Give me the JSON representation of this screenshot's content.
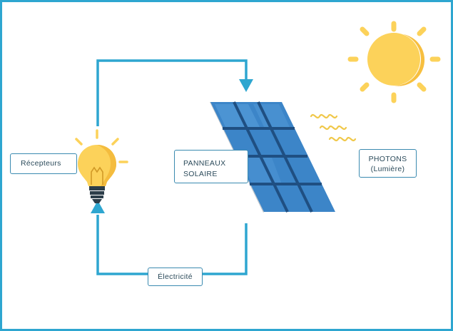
{
  "labels": {
    "recepteurs": "Récepteurs",
    "panneaux_line1": "PANNEAUX",
    "panneaux_line2": "SOLAIRE",
    "photons_line1": "PHOTONS",
    "photons_line2": "(Lumière)",
    "electricite": "Électricité"
  },
  "colors": {
    "border": "#2ea6d0",
    "circuit_line": "#2ea6d0",
    "panel_blue": "#3c85c8",
    "panel_dark": "#1f4f82",
    "sun_yellow": "#fcd25a",
    "sun_orange": "#f7c24a",
    "bulb_yellow": "#fcd25a",
    "bulb_base": "#2c3e4a",
    "wave_yellow": "#f0c84a"
  },
  "icons": {
    "sun": "sun-icon",
    "bulb": "light-bulb-icon",
    "panel": "solar-panel-icon",
    "photons": "photon-waves-icon"
  }
}
